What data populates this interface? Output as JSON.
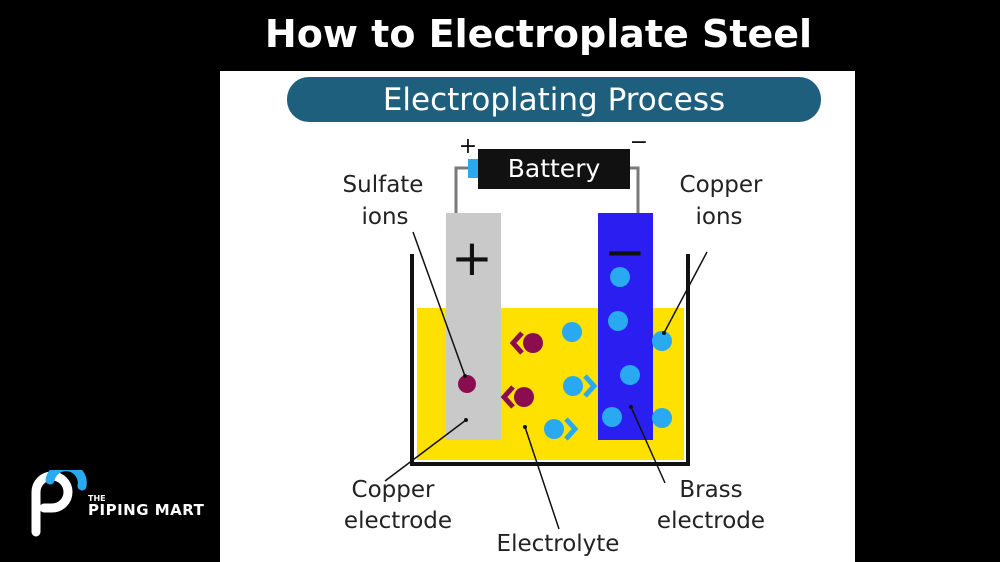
{
  "page": {
    "title": "How to Electroplate Steel"
  },
  "diagram": {
    "heading": "Electroplating Process",
    "battery_label": "Battery",
    "plus_terminal": "+",
    "minus_terminal": "−",
    "anode_sign": "+",
    "cathode_sign": "−",
    "labels": {
      "sulfate_ions_line1": "Sulfate",
      "sulfate_ions_line2": "ions",
      "copper_ions_line1": "Copper",
      "copper_ions_line2": "ions",
      "copper_electrode_line1": "Copper",
      "copper_electrode_line2": "electrode",
      "brass_electrode_line1": "Brass",
      "brass_electrode_line2": "electrode",
      "electrolyte": "Electrolyte"
    },
    "colors": {
      "heading_bar": "#1f5f7e",
      "electrolyte": "#ffe100",
      "anode": "#c9c9c9",
      "cathode": "#2a1ff0",
      "copper_ion": "#29a9f0",
      "sulfate_ion": "#8a0e4f",
      "battery": "#111111",
      "battery_terminal": "#29a9f0"
    }
  },
  "brand": {
    "small_text": "THE",
    "name": "PIPING MART",
    "colors": {
      "primary": "#29a9f0",
      "secondary": "#ffffff"
    }
  }
}
